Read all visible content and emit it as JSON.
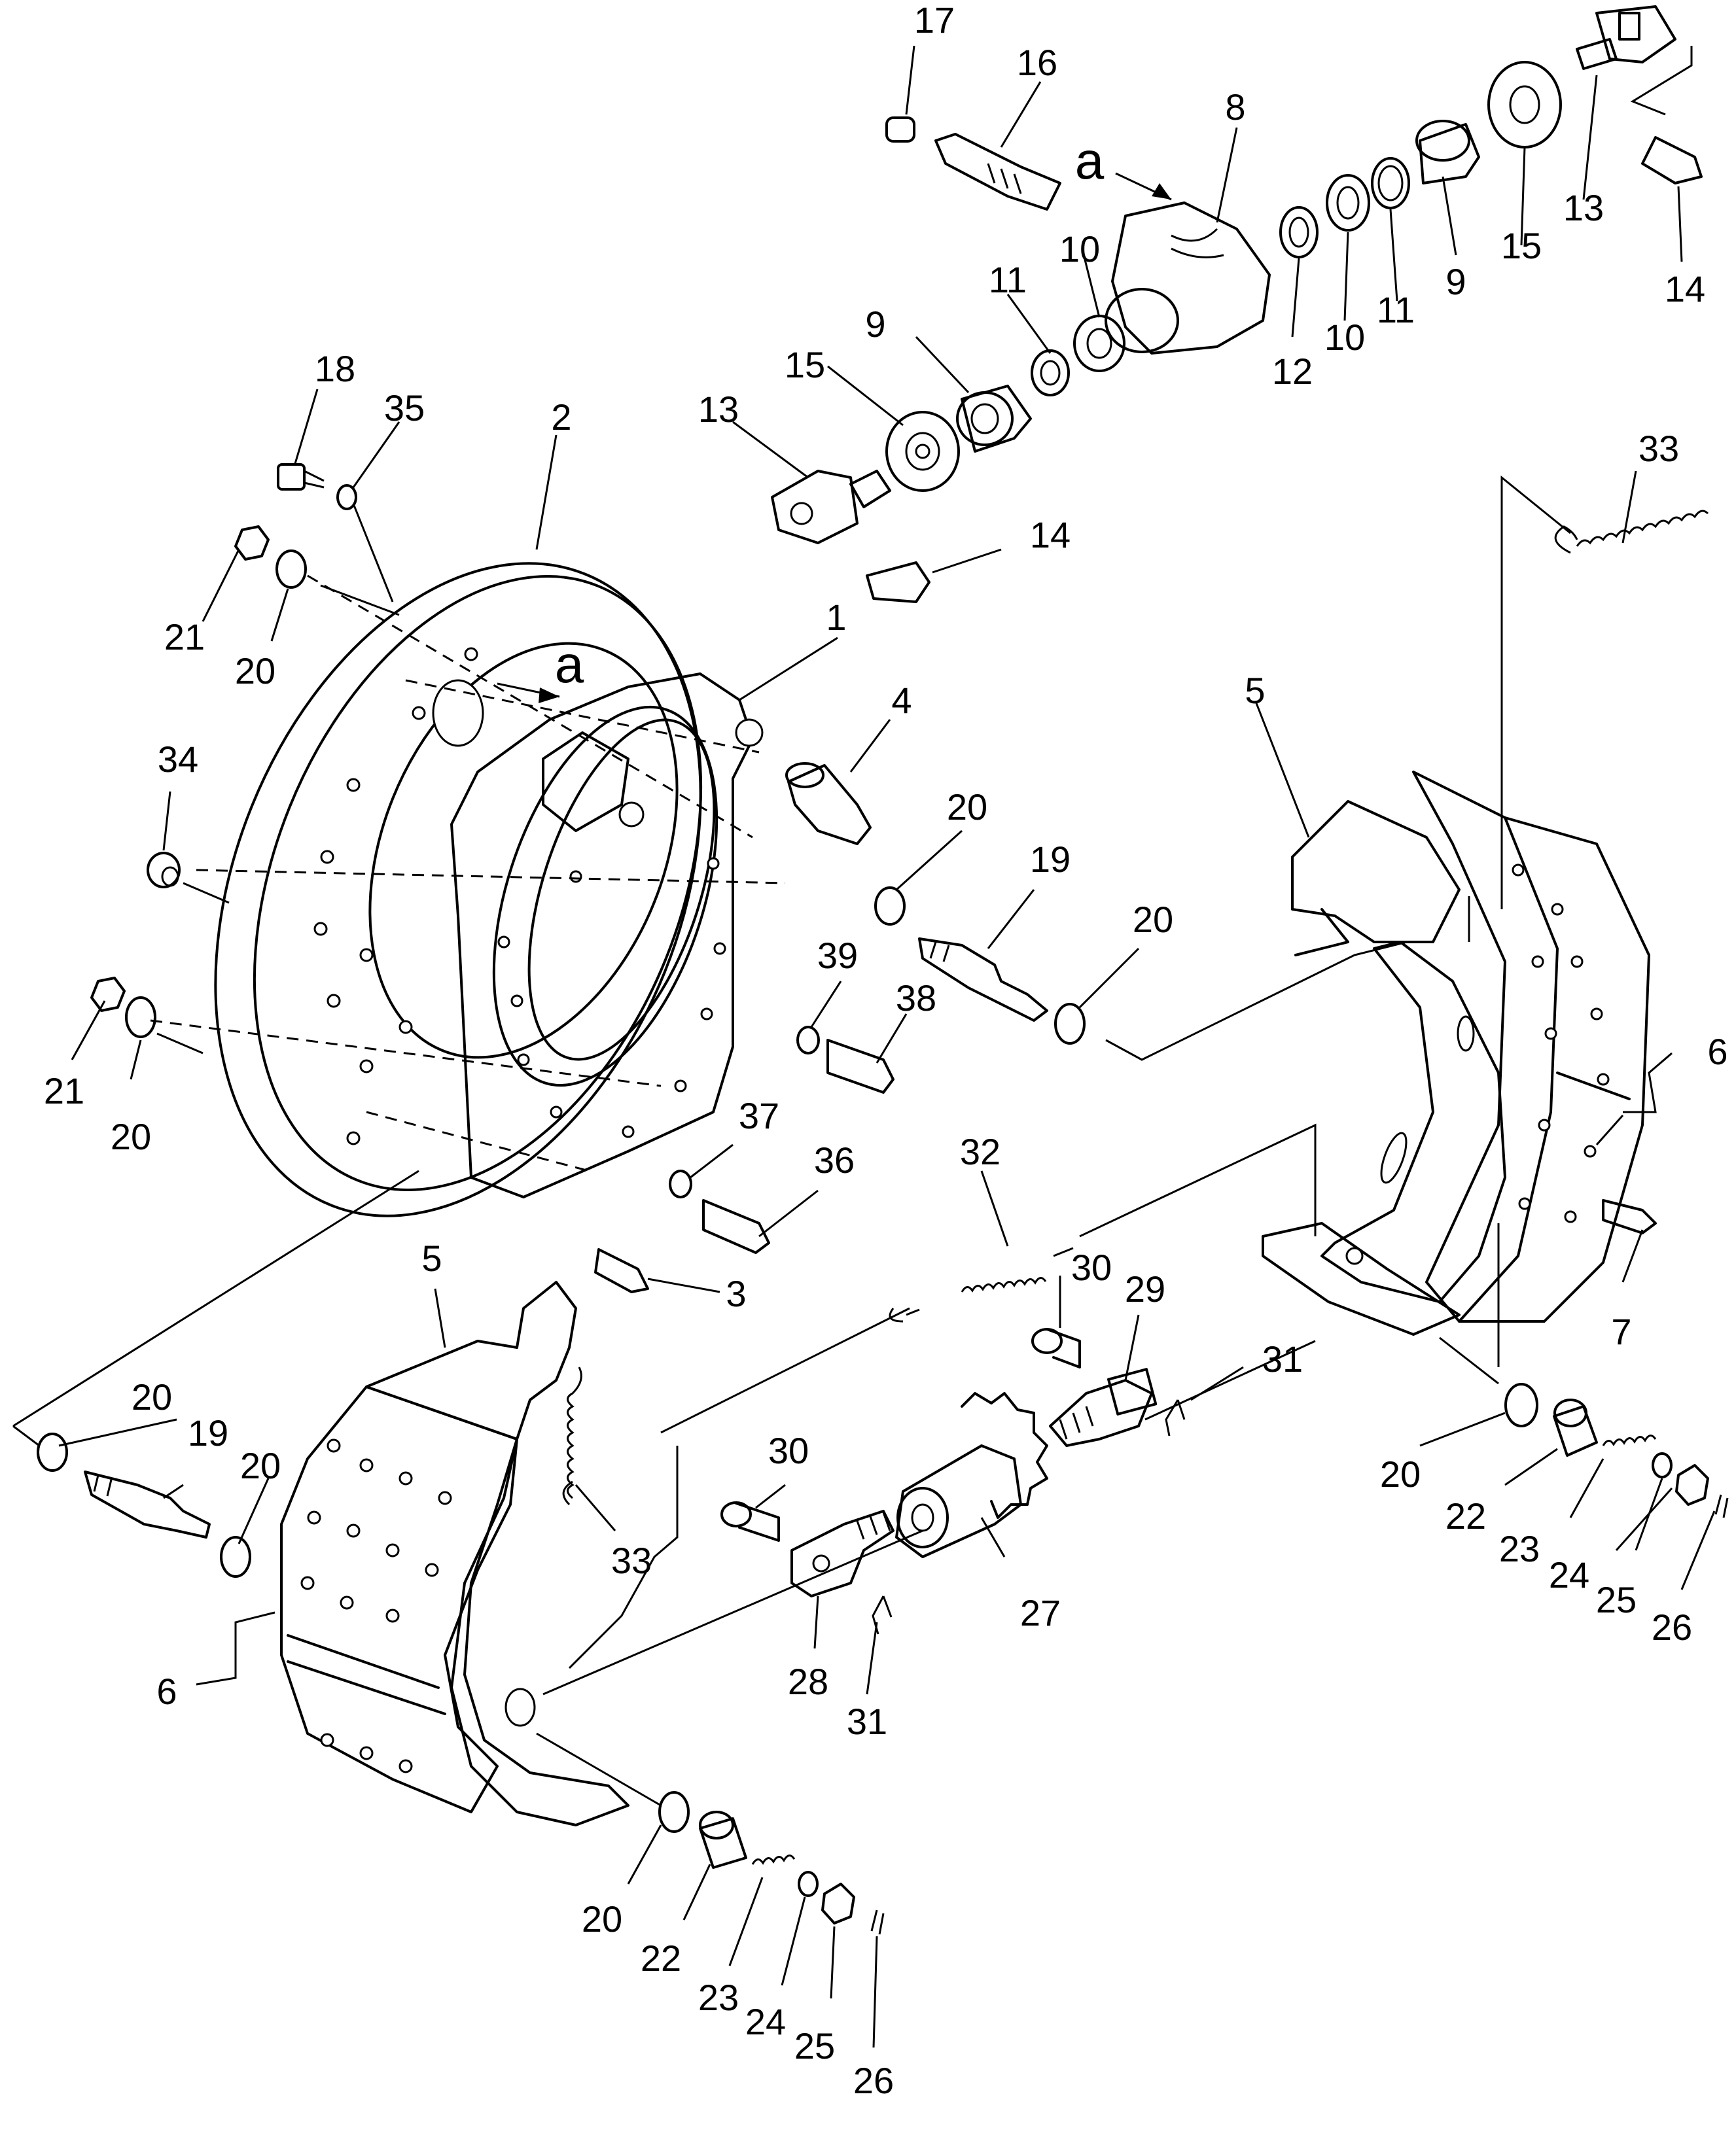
{
  "diagram": {
    "view_label": "a",
    "callouts": [
      {
        "id": "c17",
        "label": "17"
      },
      {
        "id": "c16",
        "label": "16"
      },
      {
        "id": "c8",
        "label": "8"
      },
      {
        "id": "c13a",
        "label": "13"
      },
      {
        "id": "c14a",
        "label": "14"
      },
      {
        "id": "c15a",
        "label": "15"
      },
      {
        "id": "c9a",
        "label": "9"
      },
      {
        "id": "c11a",
        "label": "11"
      },
      {
        "id": "c10a",
        "label": "10"
      },
      {
        "id": "c12",
        "label": "12"
      },
      {
        "id": "c10b",
        "label": "10"
      },
      {
        "id": "c11b",
        "label": "11"
      },
      {
        "id": "c9b",
        "label": "9"
      },
      {
        "id": "c15b",
        "label": "15"
      },
      {
        "id": "c13b",
        "label": "13"
      },
      {
        "id": "c14b",
        "label": "14"
      },
      {
        "id": "c18",
        "label": "18"
      },
      {
        "id": "c35",
        "label": "35"
      },
      {
        "id": "c2",
        "label": "2"
      },
      {
        "id": "c21a",
        "label": "21"
      },
      {
        "id": "c20a",
        "label": "20"
      },
      {
        "id": "c1",
        "label": "1"
      },
      {
        "id": "c4",
        "label": "4"
      },
      {
        "id": "c34",
        "label": "34"
      },
      {
        "id": "c20b",
        "label": "20"
      },
      {
        "id": "c19a",
        "label": "19"
      },
      {
        "id": "c20c",
        "label": "20"
      },
      {
        "id": "c39",
        "label": "39"
      },
      {
        "id": "c38",
        "label": "38"
      },
      {
        "id": "c21b",
        "label": "21"
      },
      {
        "id": "c20d",
        "label": "20"
      },
      {
        "id": "c37",
        "label": "37"
      },
      {
        "id": "c36",
        "label": "36"
      },
      {
        "id": "c3",
        "label": "3"
      },
      {
        "id": "c5a",
        "label": "5"
      },
      {
        "id": "c33a",
        "label": "33"
      },
      {
        "id": "c6a",
        "label": "6"
      },
      {
        "id": "c7",
        "label": "7"
      },
      {
        "id": "c32",
        "label": "32"
      },
      {
        "id": "c30a",
        "label": "30"
      },
      {
        "id": "c29",
        "label": "29"
      },
      {
        "id": "c31a",
        "label": "31"
      },
      {
        "id": "c5b",
        "label": "5"
      },
      {
        "id": "c20e",
        "label": "20"
      },
      {
        "id": "c19b",
        "label": "19"
      },
      {
        "id": "c20f",
        "label": "20"
      },
      {
        "id": "c33b",
        "label": "33"
      },
      {
        "id": "c30b",
        "label": "30"
      },
      {
        "id": "c27",
        "label": "27"
      },
      {
        "id": "c28",
        "label": "28"
      },
      {
        "id": "c31b",
        "label": "31"
      },
      {
        "id": "c6b",
        "label": "6"
      },
      {
        "id": "c20g",
        "label": "20"
      },
      {
        "id": "c22a",
        "label": "22"
      },
      {
        "id": "c23a",
        "label": "23"
      },
      {
        "id": "c24a",
        "label": "24"
      },
      {
        "id": "c25a",
        "label": "25"
      },
      {
        "id": "c26a",
        "label": "26"
      },
      {
        "id": "c20h",
        "label": "20"
      },
      {
        "id": "c22b",
        "label": "22"
      },
      {
        "id": "c23b",
        "label": "23"
      },
      {
        "id": "c24b",
        "label": "24"
      },
      {
        "id": "c25b",
        "label": "25"
      },
      {
        "id": "c26b",
        "label": "26"
      }
    ]
  }
}
